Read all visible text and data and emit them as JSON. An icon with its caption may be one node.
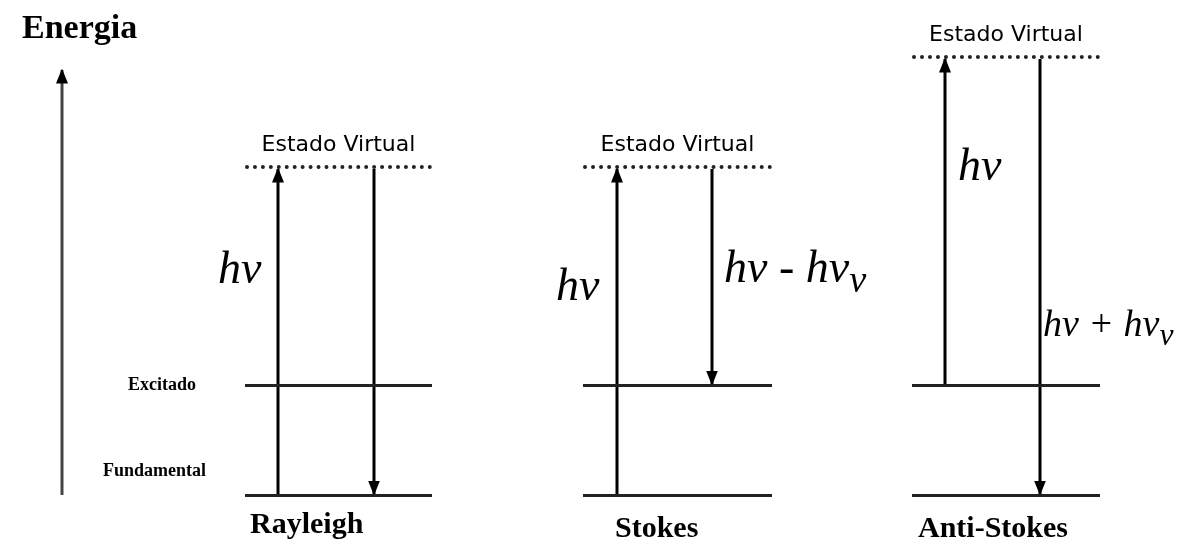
{
  "diagram": {
    "nodes": [
      {
        "text": [
          "Estado Virtual"
        ]
      },
      {
        "text": [],
        "shape": "bar",
        "beside": [
          "Excitado"
        ]
      },
      {
        "text": [],
        "shape": "bar",
        "beside": [
          "Fundamental"
        ]
      },
      {
        "text": [
          "Estado Virtual"
        ]
      },
      {
        "text": [],
        "shape": "bar"
      },
      {
        "text": [],
        "shape": "bar"
      },
      {
        "text": [
          "Estado Virtual"
        ]
      },
      {
        "text": [],
        "shape": "bar"
      },
      {
        "text": [],
        "shape": "bar"
      }
    ],
    "edges": [
      {
        "from": 2,
        "to": 0,
        "arrow": "to",
        "label": "hv"
      },
      {
        "from": 0,
        "to": 2,
        "arrow": "to"
      },
      {
        "from": 5,
        "to": 3,
        "arrow": "to",
        "label": "hv"
      },
      {
        "from": 3,
        "to": 4,
        "arrow": "to",
        "label": "hv - hν$_{ν}$"
      },
      {
        "from": 7,
        "to": 6,
        "arrow": "to",
        "label": "hv"
      },
      {
        "from": 6,
        "to": 8,
        "arrow": "to",
        "label": "hv + hν$_{ν}$"
      }
    ],
    "labels": [
      "Energia",
      "Rayleigh",
      "Stokes",
      "Anti-Stokes"
    ]
  }
}
